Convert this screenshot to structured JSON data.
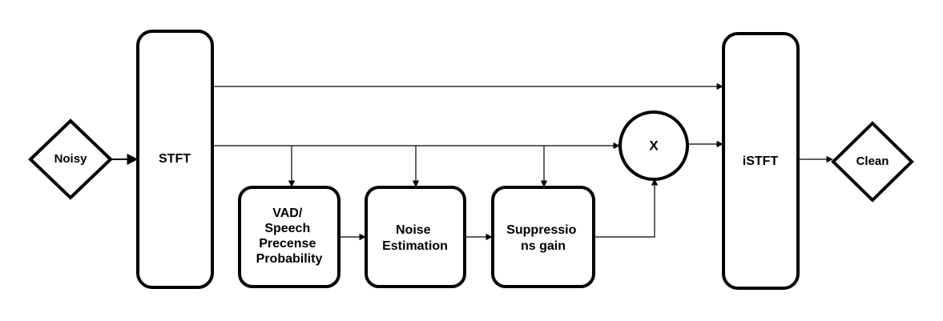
{
  "nodes": {
    "noisy": "Noisy",
    "stft": "STFT",
    "vad": [
      "VAD/",
      "Speech",
      "Precense",
      "Probability"
    ],
    "noise_estimation": [
      "Noise",
      "Estimation"
    ],
    "suppression_gain": [
      "Suppressio",
      "ns gain"
    ],
    "multiply": "X",
    "istft": "iSTFT",
    "clean": "Clean"
  },
  "colors": {
    "stroke": "#000000",
    "fill": "#ffffff"
  }
}
